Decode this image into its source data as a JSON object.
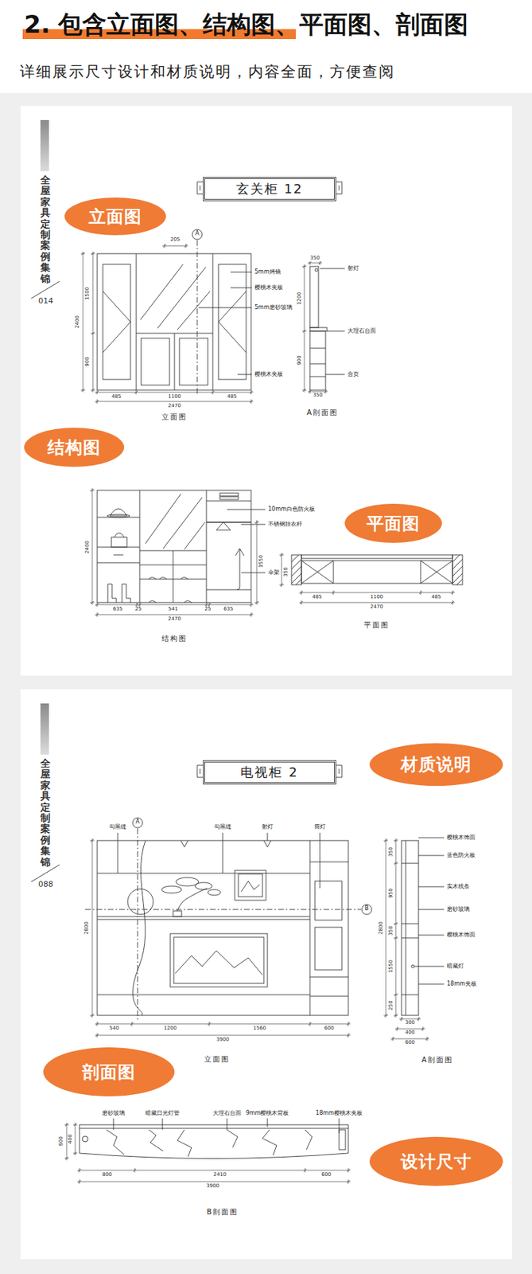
{
  "diagram": {
    "title": "2. 包含立面图、结构图、平面图、剖面图",
    "nodes": [
      {
        "text": [
          "全屋家具定制案例集锦",
          "014"
        ]
      },
      {
        "text": [
          "玄关柜 12"
        ],
        "in": 0
      },
      {
        "text": [
          "立面图"
        ],
        "in": 0
      },
      {
        "text": [
          "结构图"
        ],
        "in": 0
      },
      {
        "text": [
          "平面图"
        ],
        "in": 0
      },
      {
        "text": [
          "全屋家具定制案例集锦",
          "088"
        ]
      },
      {
        "text": [
          "电视柜 2"
        ],
        "in": 5
      },
      {
        "text": [
          "材质说明"
        ],
        "in": 5
      },
      {
        "text": [
          "剖面图"
        ],
        "in": 5
      },
      {
        "text": [
          "设计尺寸"
        ],
        "in": 5
      }
    ],
    "labels": [
      "详细展示尺寸设计和材质说明，内容全面，方便查阅",
      "205",
      "A",
      "5mm烤镜",
      "樱桃木夹板",
      "5mm磨砂玻璃",
      "樱桃木夹板",
      "1500",
      "900",
      "2400",
      "485",
      "1100",
      "485",
      "2470",
      "立面图",
      "350",
      "射灯",
      "大理石台面",
      "合页",
      "1200",
      "900",
      "350",
      "A剖面图",
      "10mm白色防火板",
      "不锈钢挂衣杆",
      "伞架",
      "1550",
      "2400",
      "635",
      "25",
      "541",
      "25",
      "635",
      "2470",
      "结构图",
      "350",
      "485",
      "1100",
      "485",
      "2470",
      "平面图",
      "勾黑缝",
      "A",
      "勾黑缝",
      "射灯",
      "筒灯",
      "B",
      "2800",
      "540",
      "1200",
      "1560",
      "600",
      "3900",
      "立面图",
      "樱桃木饰面",
      "蓝色防火板",
      "实木线条",
      "磨砂玻璃",
      "樱桃木饰面",
      "暗藏灯",
      "18mm夹板",
      "350",
      "950",
      "350",
      "1550",
      "250",
      "2800",
      "300",
      "400",
      "600",
      "A剖面图",
      "磨砂玻璃",
      "暗藏日光灯管",
      "大理石台面",
      "9mm樱桃木背板",
      "18mm樱桃木夹板",
      "600",
      "400",
      "800",
      "2410",
      "600",
      "3900",
      "B剖面图"
    ]
  }
}
